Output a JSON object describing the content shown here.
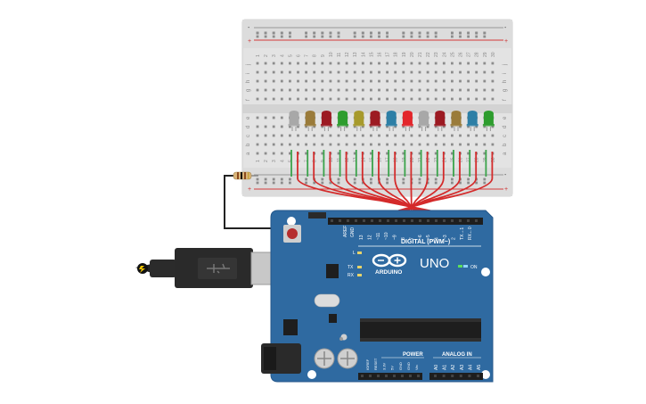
{
  "board": {
    "brand_text": "ARDUINO",
    "model_text": "UNO",
    "digital_label": "DIGITAL (PWM~)",
    "power_label": "POWER",
    "analog_label": "ANALOG IN",
    "on_label": "ON",
    "led_l_label": "L",
    "led_tx_label": "TX",
    "led_rx_label": "RX",
    "aref_label": "AREF",
    "gnd_label": "GND",
    "digital_pins": [
      "13",
      "12",
      "~11",
      "~10",
      "~9",
      "8",
      "7",
      "~6",
      "~5",
      "4",
      "~3",
      "2",
      "TX→1",
      "RX←0"
    ],
    "power_pins": [
      "IOREF",
      "RESET",
      "3.3V",
      "5V",
      "GND",
      "GND",
      "Vin"
    ],
    "analog_pins": [
      "A0",
      "A1",
      "A2",
      "A3",
      "A4",
      "A5"
    ]
  },
  "breadboard": {
    "row_letters_top": [
      "j",
      "i",
      "h",
      "g",
      "f"
    ],
    "row_letters_bottom": [
      "e",
      "d",
      "c",
      "b",
      "a"
    ],
    "plus_sign": "+",
    "minus_sign": "-",
    "column_numbers": [
      "1",
      "2",
      "3",
      "4",
      "5",
      "6",
      "7",
      "8",
      "9",
      "10",
      "11",
      "12",
      "13",
      "14",
      "15",
      "16",
      "17",
      "18",
      "19",
      "20",
      "21",
      "22",
      "23",
      "24",
      "25",
      "26",
      "27",
      "28",
      "29",
      "30"
    ]
  },
  "leds": [
    {
      "color": "#a8a8a8"
    },
    {
      "color": "#9a7b3a"
    },
    {
      "color": "#9c1a22"
    },
    {
      "color": "#2e9d2e"
    },
    {
      "color": "#a79a2c"
    },
    {
      "color": "#9c1a22"
    },
    {
      "color": "#2d7fa6"
    },
    {
      "color": "#e3262b"
    },
    {
      "color": "#a8a8a8"
    },
    {
      "color": "#9c1a22"
    },
    {
      "color": "#9a7b3a"
    },
    {
      "color": "#2d7fa6"
    },
    {
      "color": "#2e9d2e"
    }
  ],
  "colors": {
    "board_blue": "#2f6aa1",
    "wire_red": "#d42a2a",
    "wire_black": "#222222",
    "lead_green": "#3aa34a"
  }
}
